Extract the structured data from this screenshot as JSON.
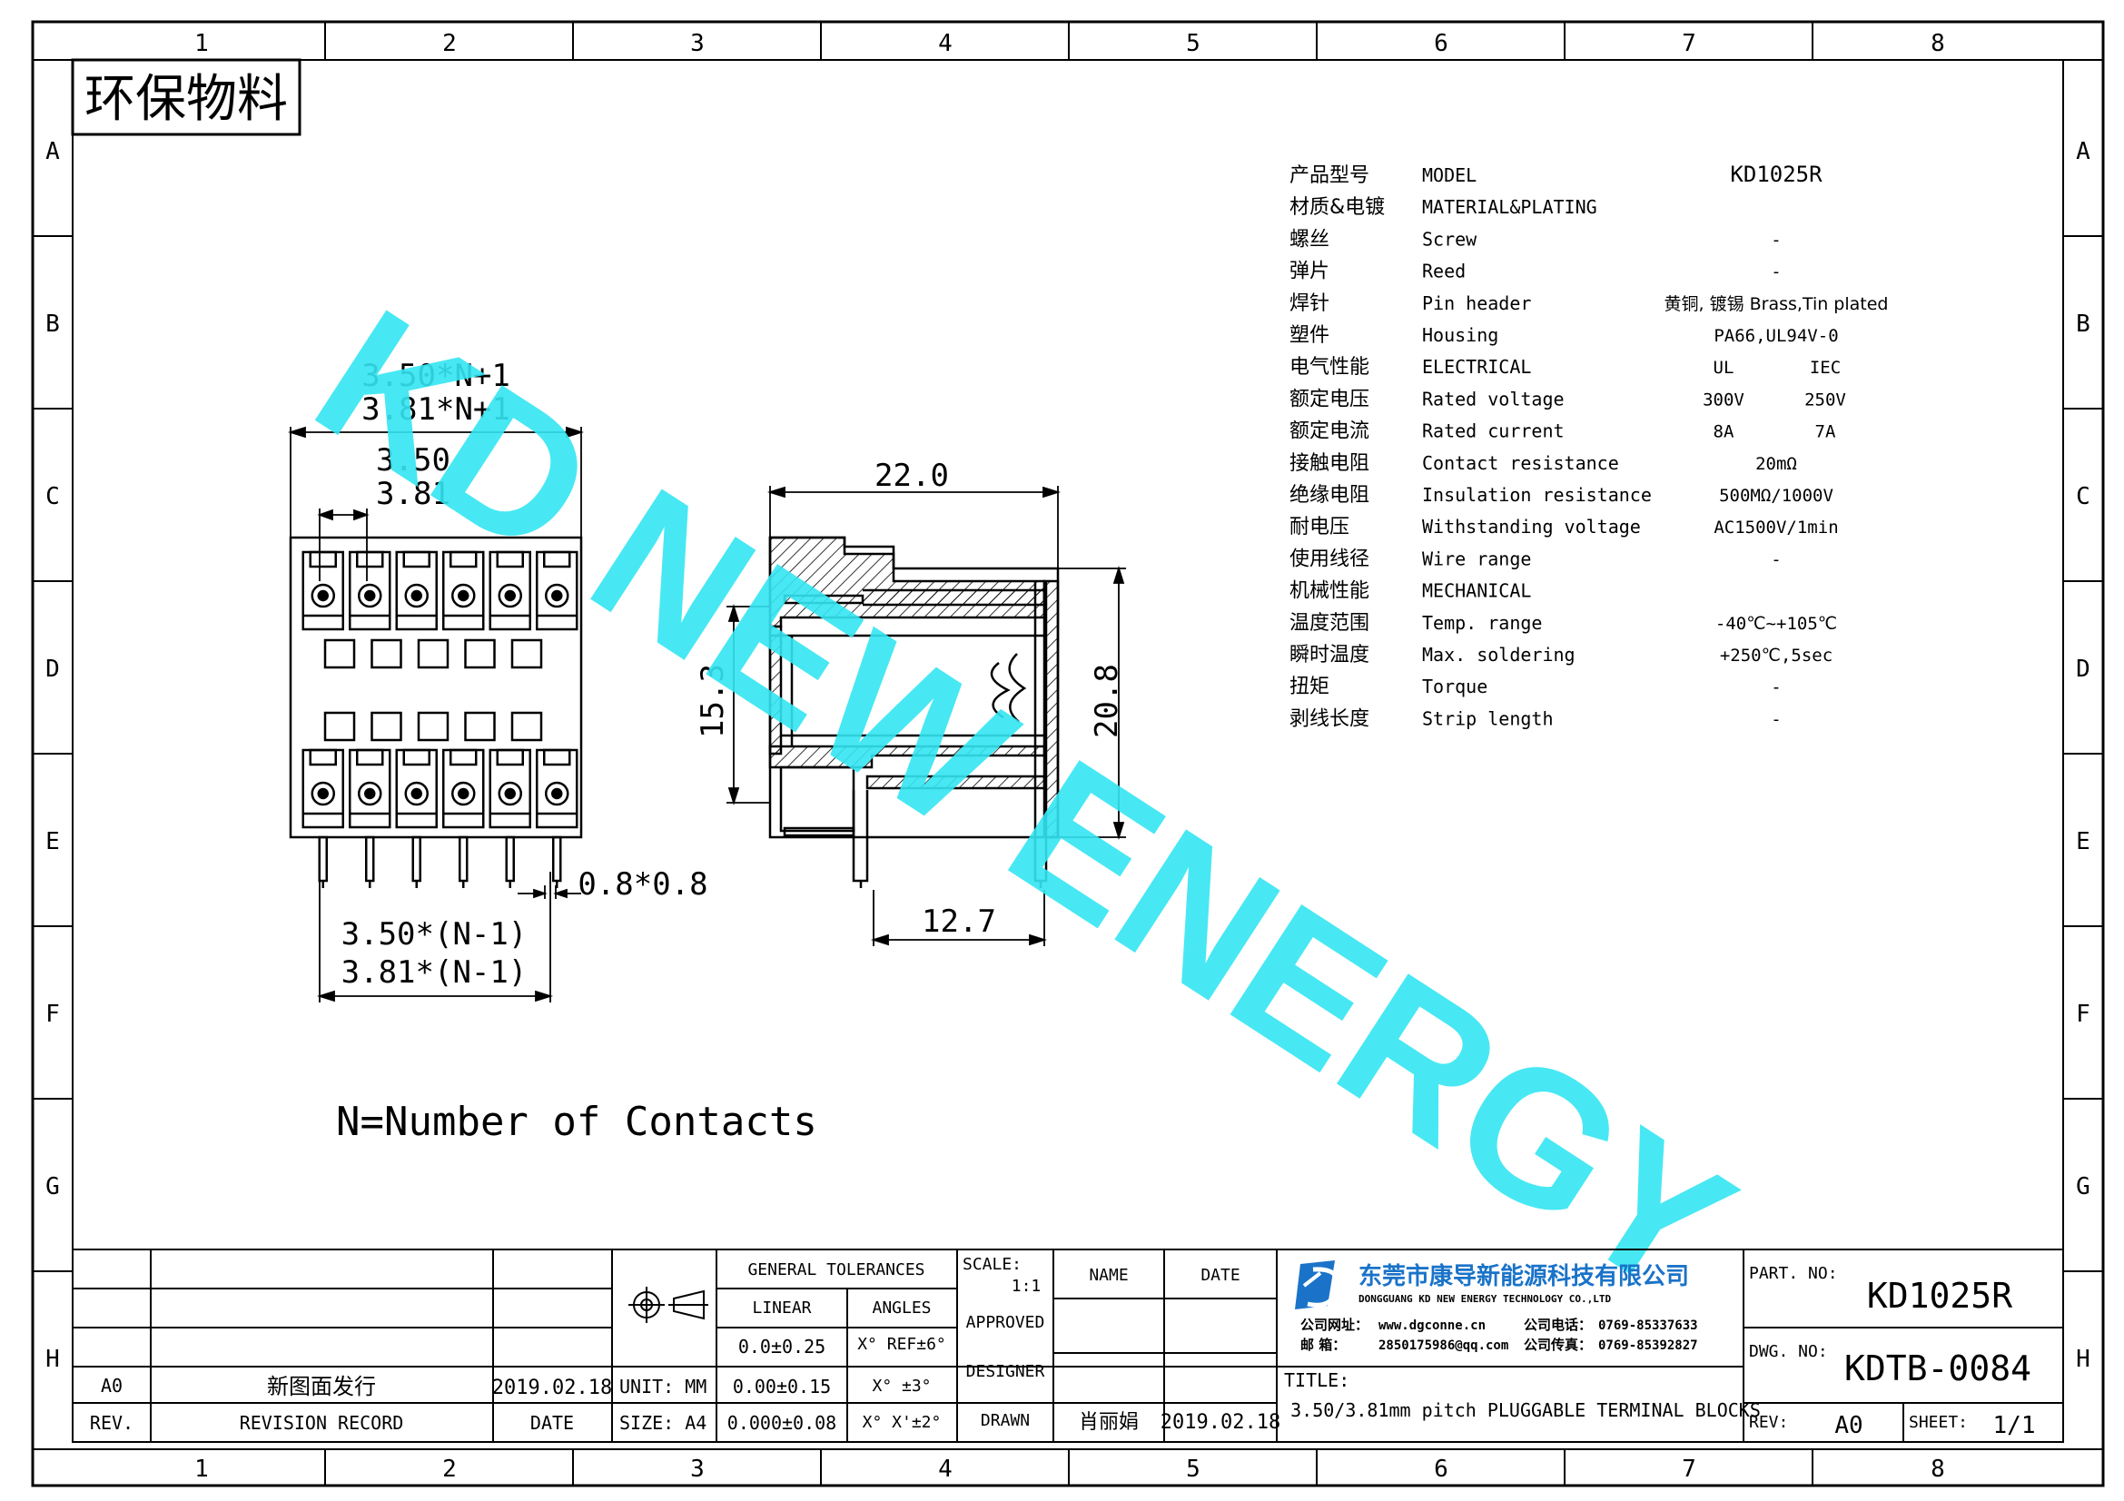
{
  "eco_label": "环保物料",
  "watermark": "KD NEW ENERGY",
  "grid": {
    "columns": [
      "1",
      "2",
      "3",
      "4",
      "5",
      "6",
      "7",
      "8"
    ],
    "rows": [
      "A",
      "B",
      "C",
      "D",
      "E",
      "F",
      "G",
      "H"
    ]
  },
  "dimensions": {
    "total_width_1": "3.50*N+1",
    "total_width_2": "3.81*N+1",
    "pitch_1": "3.50",
    "pitch_2": "3.81",
    "pin_section": "0.8*0.8",
    "span_1": "3.50*(N-1)",
    "span_2": "3.81*(N-1)",
    "depth": "22.0",
    "height_left": "15.3",
    "height_right": "20.8",
    "pin_spacing": "12.7"
  },
  "note": "N=Number of Contacts",
  "specs": [
    {
      "cn": "产品型号",
      "en": "MODEL",
      "v1": "KD1025R",
      "v2": ""
    },
    {
      "cn": "材质&电镀",
      "en": "MATERIAL&PLATING",
      "v1": "",
      "v2": ""
    },
    {
      "cn": "螺丝",
      "en": "Screw",
      "v1": "-",
      "v2": ""
    },
    {
      "cn": "弹片",
      "en": "Reed",
      "v1": "-",
      "v2": ""
    },
    {
      "cn": "焊针",
      "en": "Pin header",
      "v1": "黄铜, 镀锡 Brass,Tin plated",
      "v2": ""
    },
    {
      "cn": "塑件",
      "en": "Housing",
      "v1": "PA66,UL94V-0",
      "v2": ""
    },
    {
      "cn": "电气性能",
      "en": "ELECTRICAL",
      "v1": "UL",
      "v2": "IEC"
    },
    {
      "cn": "额定电压",
      "en": "Rated voltage",
      "v1": "300V",
      "v2": "250V"
    },
    {
      "cn": "额定电流",
      "en": "Rated current",
      "v1": "8A",
      "v2": "7A"
    },
    {
      "cn": "接触电阻",
      "en": "Contact resistance",
      "v1": "20mΩ",
      "v2": ""
    },
    {
      "cn": "绝缘电阻",
      "en": "Insulation resistance",
      "v1": "500MΩ/1000V",
      "v2": ""
    },
    {
      "cn": "耐电压",
      "en": "Withstanding voltage",
      "v1": "AC1500V/1min",
      "v2": ""
    },
    {
      "cn": "使用线径",
      "en": "Wire range",
      "v1": "-",
      "v2": ""
    },
    {
      "cn": "机械性能",
      "en": "MECHANICAL",
      "v1": "",
      "v2": ""
    },
    {
      "cn": "温度范围",
      "en": "Temp. range",
      "v1": "-40℃~+105℃",
      "v2": ""
    },
    {
      "cn": "瞬时温度",
      "en": "Max. soldering",
      "v1": "+250℃,5sec",
      "v2": ""
    },
    {
      "cn": "扭矩",
      "en": "Torque",
      "v1": "-",
      "v2": ""
    },
    {
      "cn": "剥线长度",
      "en": "Strip length",
      "v1": "-",
      "v2": ""
    }
  ],
  "title_block": {
    "revision": {
      "rev": "A0",
      "record": "新图面发行",
      "date": "2019.02.18"
    },
    "revision_headers": {
      "rev": "REV.",
      "record": "REVISION RECORD",
      "date": "DATE"
    },
    "unit": "UNIT: MM",
    "size": "SIZE: A4",
    "general_tolerances": "GENERAL TOLERANCES",
    "linear": "LINEAR",
    "angles": "ANGLES",
    "tol_rows": [
      {
        "lin": "0.0±0.25",
        "ang": "X° REF±6°"
      },
      {
        "lin": "0.00±0.15",
        "ang": "X° ±3°"
      },
      {
        "lin": "0.000±0.08",
        "ang": "X° X'±2°"
      }
    ],
    "scale_label": "SCALE:",
    "scale_value": "1:1",
    "name_label": "NAME",
    "date_label": "DATE",
    "approved": "APPROVED",
    "designer": "DESIGNER",
    "drawn": "DRAWN",
    "drawn_name": "肖丽娟",
    "drawn_date": "2019.02.18",
    "company_cn": "东莞市康导新能源科技有限公司",
    "company_en": "DONGGUANG KD NEW ENERGY TECHNOLOGY CO.,LTD",
    "web_label": "公司网址：",
    "web": "www.dgconne.cn",
    "phone_label": "公司电话：",
    "phone": "0769-85337633",
    "mail_label": "邮    箱：",
    "mail": "2850175986@qq.com",
    "fax_label": "公司传真：",
    "fax": "0769-85392827",
    "title_label": "TITLE:",
    "title": "3.50/3.81mm pitch PLUGGABLE TERMINAL BLOCKS",
    "part_no_label": "PART. NO:",
    "part_no": "KD1025R",
    "dwg_no_label": "DWG. NO:",
    "dwg_no": "KDTB-0084",
    "rev_label": "REV:",
    "rev": "A0",
    "sheet_label": "SHEET:",
    "sheet": "1/1"
  },
  "colors": {
    "watermark": "#33e6f2",
    "logo_blue": "#1a73c8",
    "ink": "#000000"
  }
}
